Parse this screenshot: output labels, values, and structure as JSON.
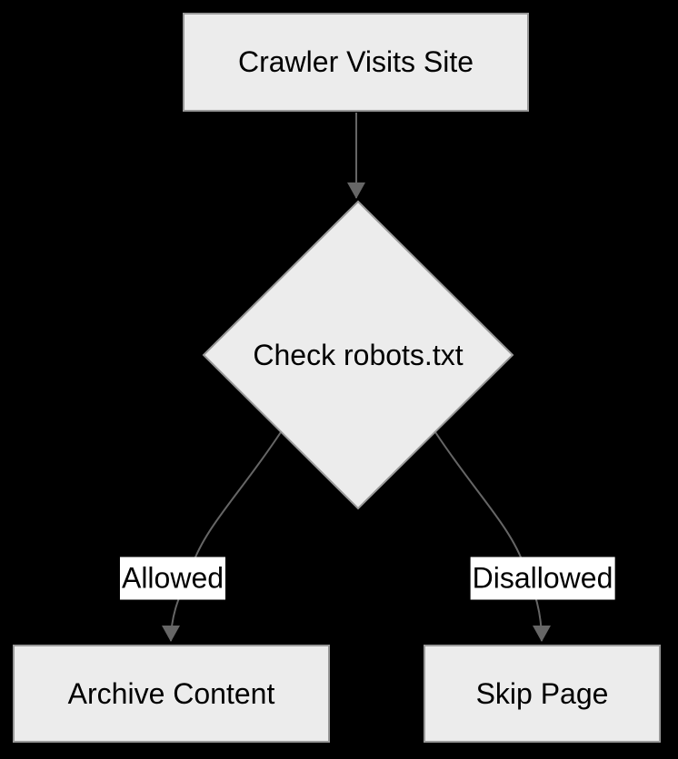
{
  "diagram": {
    "type": "flowchart",
    "background_color": "#000000",
    "colors": {
      "node_fill": "#ececec",
      "node_border": "#999999",
      "edge_line": "#666666",
      "edge_label_background": "#ffffff",
      "text": "#000000"
    },
    "nodes": [
      {
        "id": "crawler",
        "shape": "rectangle",
        "label": "Crawler Visits Site"
      },
      {
        "id": "check",
        "shape": "diamond",
        "label": "Check robots.txt"
      },
      {
        "id": "archive",
        "shape": "rectangle",
        "label": "Archive Content"
      },
      {
        "id": "skip",
        "shape": "rectangle",
        "label": "Skip Page"
      }
    ],
    "edges": [
      {
        "from": "crawler",
        "to": "check",
        "label": ""
      },
      {
        "from": "check",
        "to": "archive",
        "label": "Allowed"
      },
      {
        "from": "check",
        "to": "skip",
        "label": "Disallowed"
      }
    ]
  }
}
